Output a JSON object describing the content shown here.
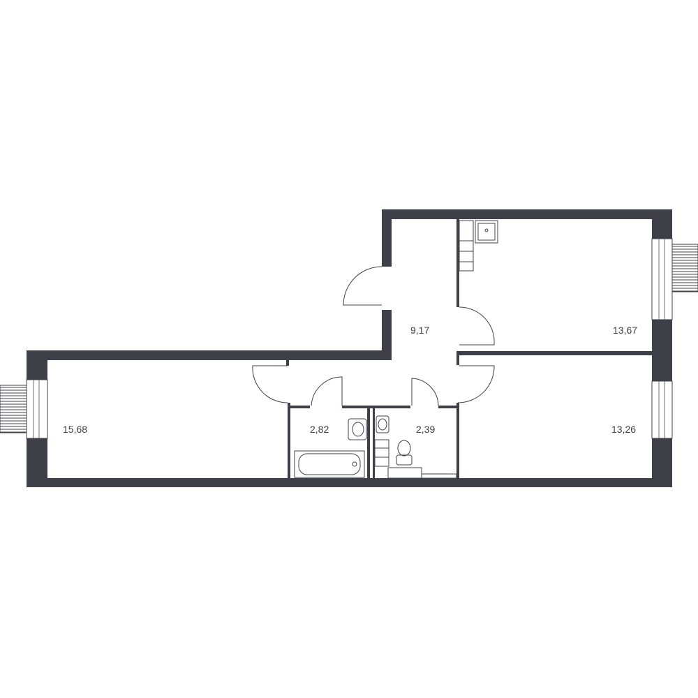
{
  "plan": {
    "colors": {
      "wall": "#3d4049",
      "background": "#ffffff",
      "line": "#3d4049"
    },
    "rooms": [
      {
        "id": "living-room-left",
        "area": "15,68"
      },
      {
        "id": "hallway",
        "area": "9,17"
      },
      {
        "id": "kitchen-room",
        "area": "13,67"
      },
      {
        "id": "bedroom-right",
        "area": "13,26"
      },
      {
        "id": "bathroom",
        "area": "2,82"
      },
      {
        "id": "toilet",
        "area": "2,39"
      }
    ],
    "fixtures": [
      "bathtub-icon",
      "sink-icon",
      "toilet-icon",
      "washing-machine-icon",
      "stove-icon",
      "kitchen-sink-icon",
      "radiator-icon"
    ]
  }
}
